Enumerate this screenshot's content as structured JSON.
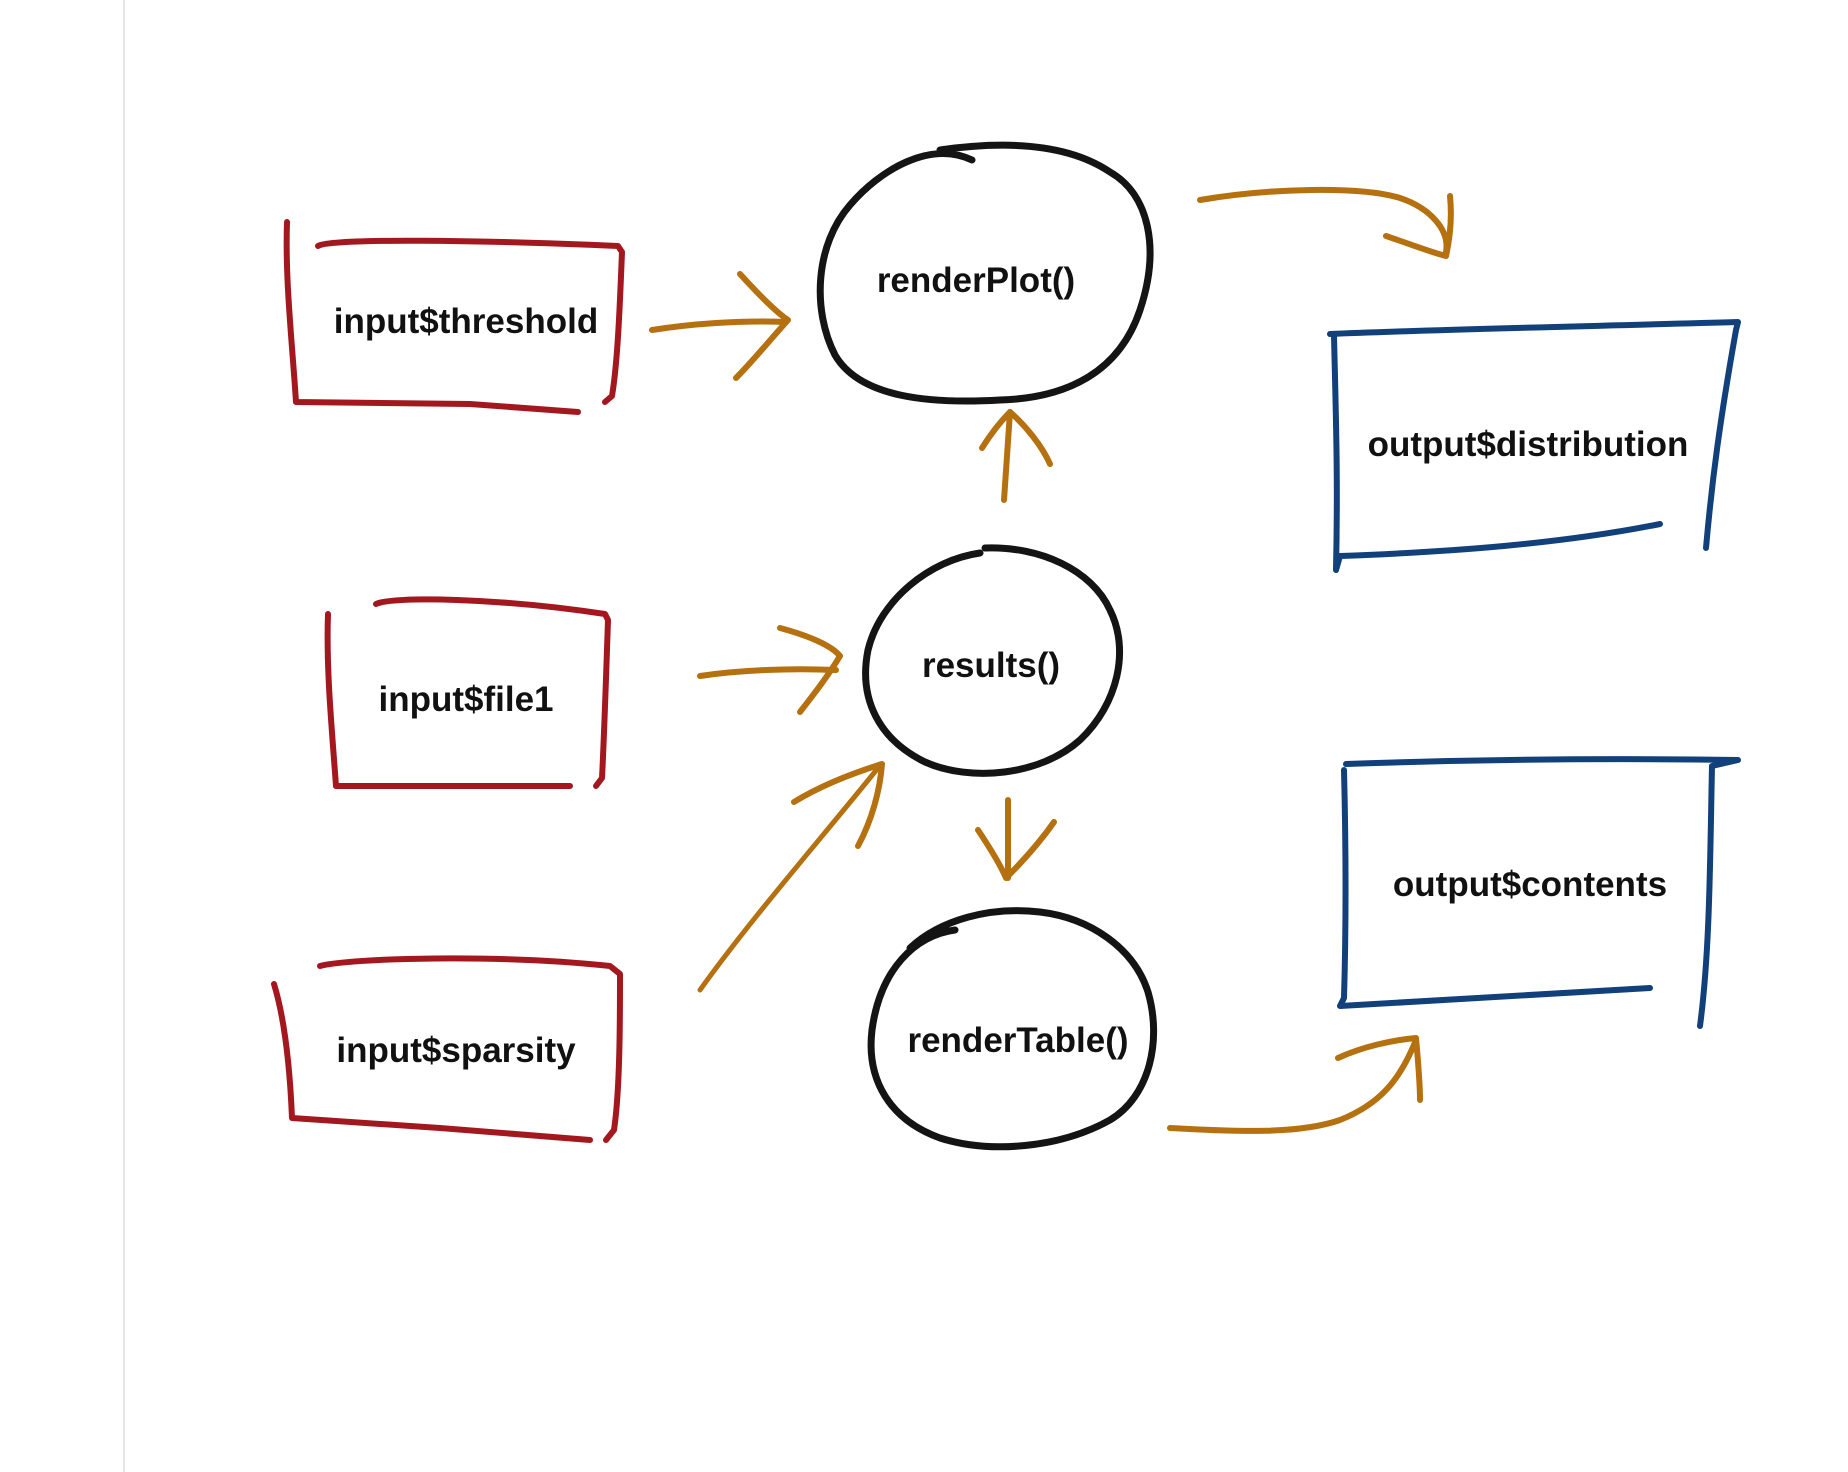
{
  "colors": {
    "input_box": "#a3181f",
    "output_box": "#12407a",
    "reactive_circle": "#141414",
    "arrow": "#b5700f",
    "background": "#ffffff",
    "margin_line": "#e6e6e6"
  },
  "inputs": [
    {
      "id": "threshold",
      "label": "input$threshold"
    },
    {
      "id": "file1",
      "label": "input$file1"
    },
    {
      "id": "sparsity",
      "label": "input$sparsity"
    }
  ],
  "reactives": [
    {
      "id": "renderplot",
      "label": "renderPlot()"
    },
    {
      "id": "results",
      "label": "results()"
    },
    {
      "id": "rendertable",
      "label": "renderTable()"
    }
  ],
  "outputs": [
    {
      "id": "distribution",
      "label": "output$distribution"
    },
    {
      "id": "contents",
      "label": "output$contents"
    }
  ],
  "edges": [
    {
      "from": "input$threshold",
      "to": "renderPlot()"
    },
    {
      "from": "input$file1",
      "to": "results()"
    },
    {
      "from": "input$sparsity",
      "to": "results()"
    },
    {
      "from": "results()",
      "to": "renderPlot()"
    },
    {
      "from": "results()",
      "to": "renderTable()"
    },
    {
      "from": "renderPlot()",
      "to": "output$distribution"
    },
    {
      "from": "renderTable()",
      "to": "output$contents"
    }
  ]
}
